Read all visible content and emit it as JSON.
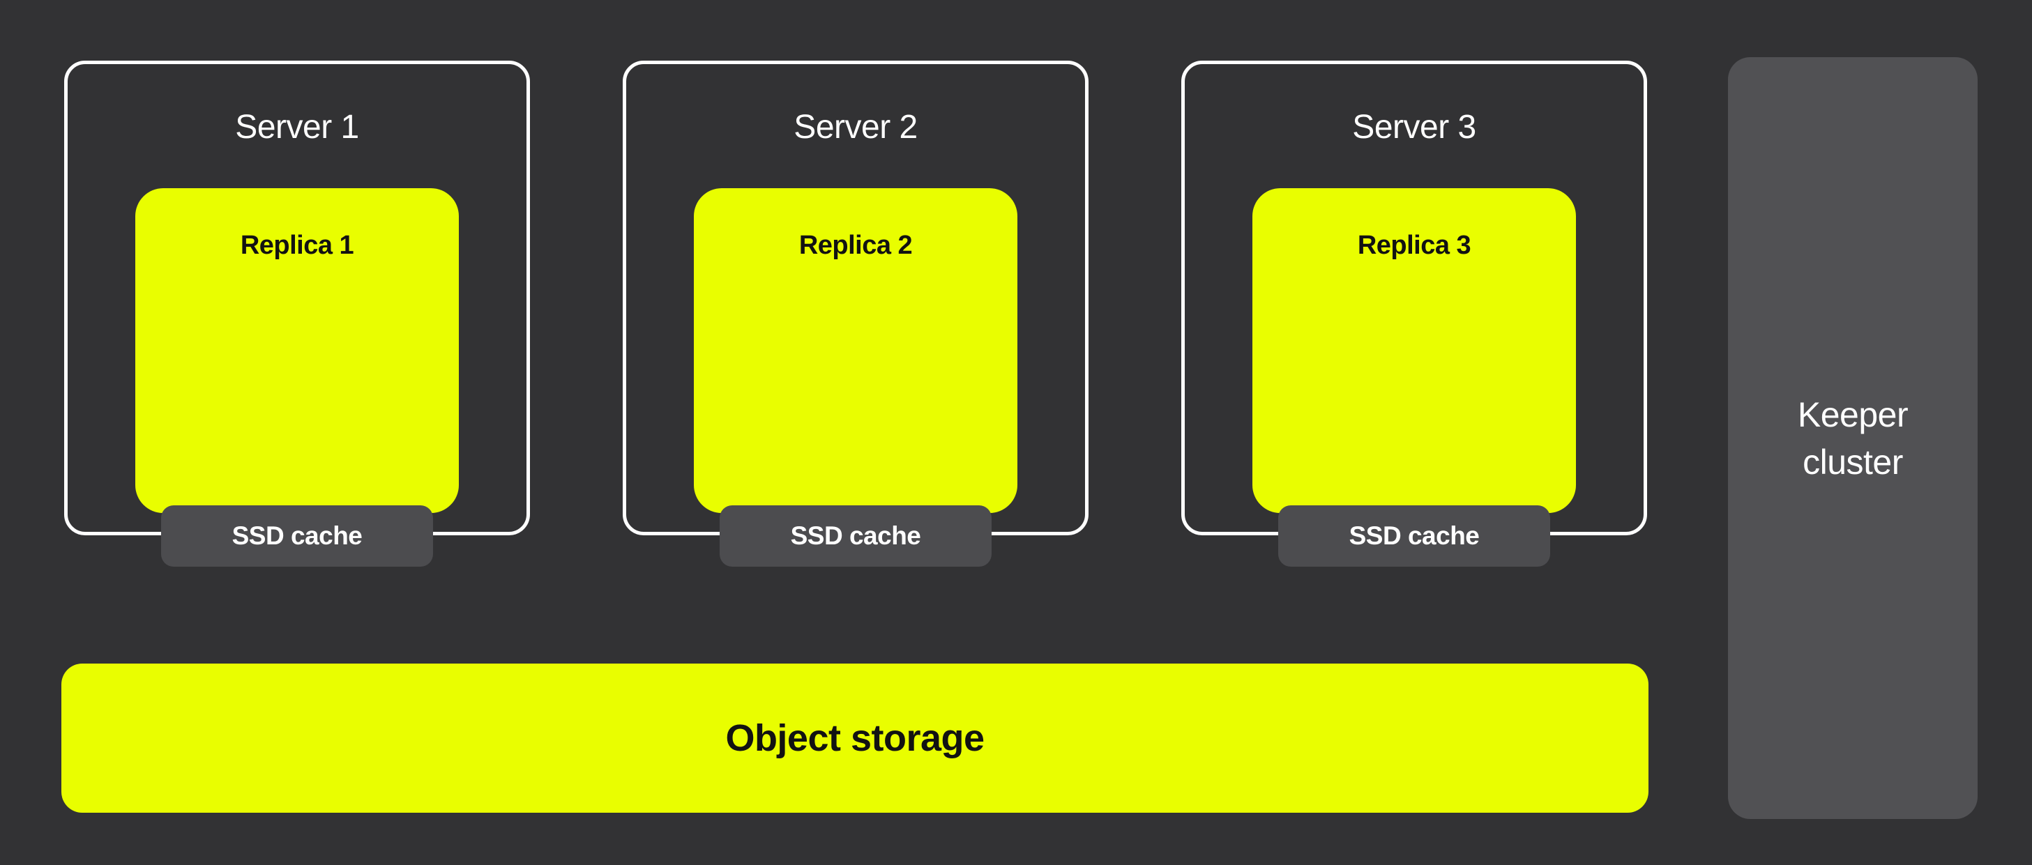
{
  "colors": {
    "background": "#323234",
    "accent_yellow": "#e9fe00",
    "cache_gray": "#4c4c4f",
    "keeper_gray": "#515154",
    "border_white": "#ffffff",
    "text_dark": "#121212",
    "text_light": "#ffffff"
  },
  "servers": [
    {
      "label": "Server 1",
      "replica": "Replica 1",
      "cache": "SSD cache"
    },
    {
      "label": "Server 2",
      "replica": "Replica 2",
      "cache": "SSD cache"
    },
    {
      "label": "Server 3",
      "replica": "Replica 3",
      "cache": "SSD cache"
    }
  ],
  "object_storage": {
    "label": "Object storage"
  },
  "keeper_cluster": {
    "label": "Keeper\ncluster"
  }
}
